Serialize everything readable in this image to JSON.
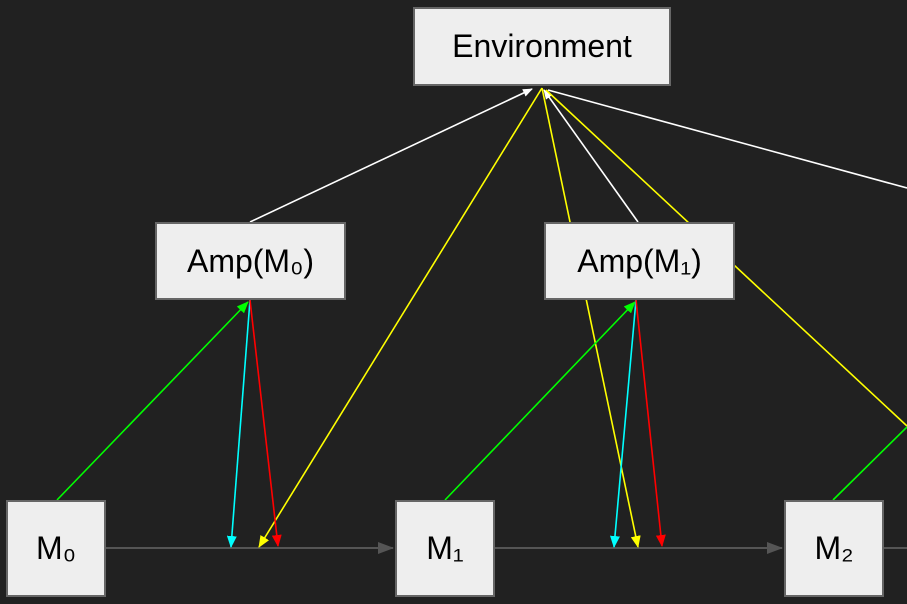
{
  "nodes": {
    "environment": "Environment",
    "amp_m0": "Amp(M₀)",
    "amp_m1": "Amp(M₁)",
    "m0": "M₀",
    "m1": "M₁",
    "m2": "M₂"
  },
  "colors": {
    "background": "#212121",
    "node_fill": "#eeeeee",
    "timeline": "#555555",
    "env_edge": "#ffffff",
    "yellow": "#ffff00",
    "green": "#00ff00",
    "cyan": "#00ffff",
    "red": "#ff0000"
  }
}
